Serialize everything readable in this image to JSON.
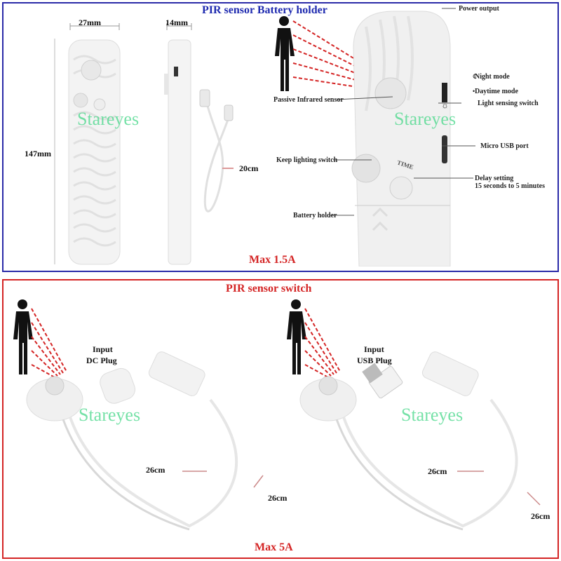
{
  "colors": {
    "top_border": "#2a2aa8",
    "bottom_border": "#d42424",
    "top_title": "#1f2bb0",
    "red_text": "#d42424",
    "watermark": "#48d88a",
    "laser": "#d42424"
  },
  "top": {
    "title": "PIR sensor Battery holder",
    "width_label": "27mm",
    "depth_label": "14mm",
    "height_label": "147mm",
    "cable_label": "20cm",
    "max_label": "Max 1.5A",
    "watermark": "Stareyes",
    "callouts": {
      "power_output": "Power output",
      "night_mode": "Night mode",
      "daytime_mode": "Daytime mode",
      "passive_infrared": "Passive Infrared sensor",
      "light_sensing": "Light sensing switch",
      "micro_usb": "Micro USB port",
      "keep_lighting": "Keep lighting switch",
      "delay_line1": "Delay setting",
      "delay_line2": "15 seconds to 5 minutes",
      "battery_holder": "Battery holder",
      "time_text": "TIME"
    }
  },
  "bottom": {
    "title": "PIR sensor switch",
    "max_label": "Max 5A",
    "watermark": "Stareyes",
    "left": {
      "input_line1": "Input",
      "input_line2": "DC Plug",
      "cable_a": "26cm",
      "cable_b": "26cm"
    },
    "right": {
      "input_line1": "Input",
      "input_line2": "USB Plug",
      "cable_a": "26cm",
      "cable_b": "26cm"
    }
  }
}
